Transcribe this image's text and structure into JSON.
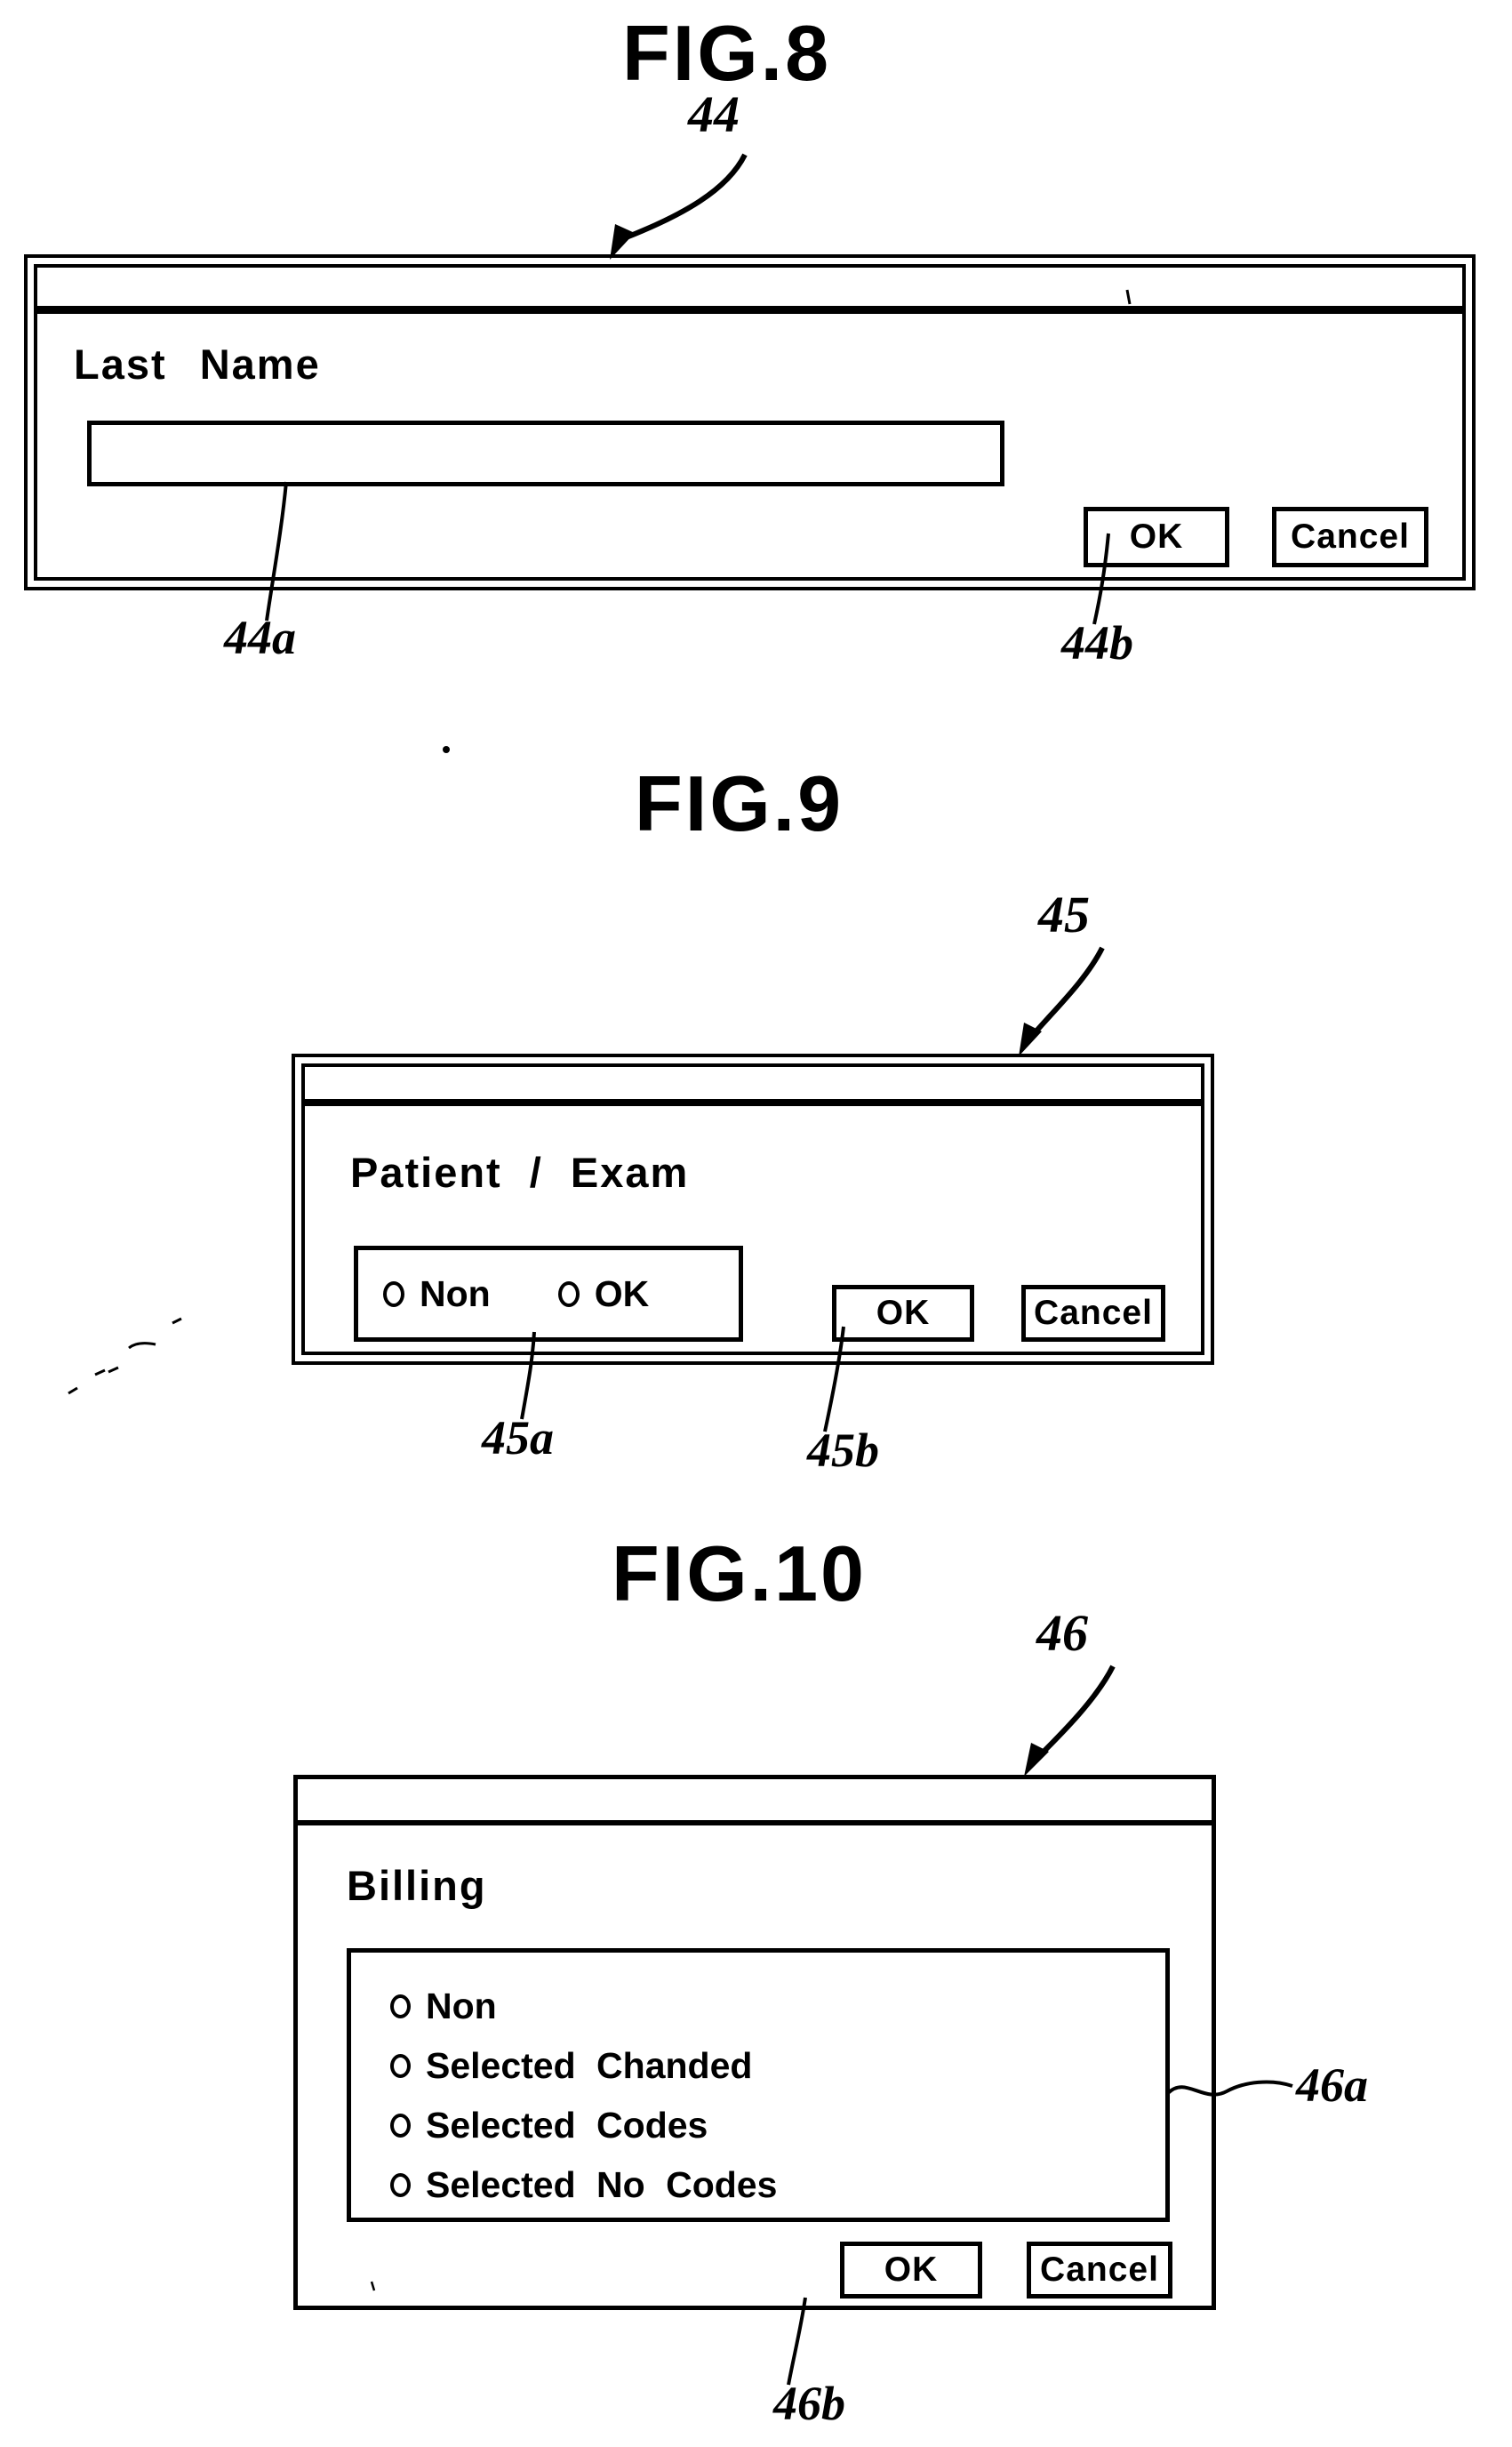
{
  "page": {
    "kind": "patent-figure-sheet",
    "ink_color": "#000000",
    "paper_color": "#ffffff"
  },
  "figures": [
    {
      "title": "FIG.8",
      "ref": "44",
      "callout_a": "44a",
      "callout_b": "44b",
      "dialog": {
        "heading": "Last Name",
        "input_value": "",
        "ok_label": "OK",
        "cancel_label": "Cancel"
      }
    },
    {
      "title": "FIG.9",
      "ref": "45",
      "callout_a": "45a",
      "callout_b": "45b",
      "dialog": {
        "heading": "Patient / Exam",
        "options": [
          "Non",
          "OK"
        ],
        "ok_label": "OK",
        "cancel_label": "Cancel"
      }
    },
    {
      "title": "FIG.10",
      "ref": "46",
      "callout_a": "46a",
      "callout_b": "46b",
      "dialog": {
        "heading": "Billing",
        "options": [
          "Non",
          "Selected Chanded",
          "Selected Codes",
          "Selected No Codes"
        ],
        "ok_label": "OK",
        "cancel_label": "Cancel"
      }
    }
  ]
}
